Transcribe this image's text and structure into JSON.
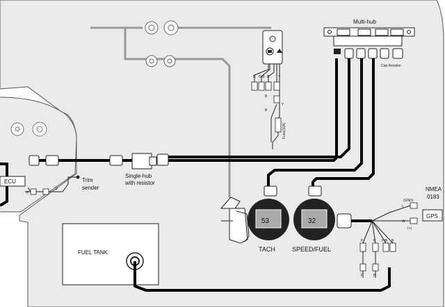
{
  "labels": {
    "multi_hub": "Multi-hub",
    "cap_resistor": "Cap Resistor",
    "ecu": "ECU",
    "trim_sender_line1": "Trim",
    "trim_sender_line2": "sender",
    "single_hub_line1": "Single-hub",
    "single_hub_line2": "with resistor",
    "fuel_tank": "FUEL TANK",
    "tach": "TACH",
    "speed_fuel": "SPEED/FUEL",
    "nmea_line1": "NMEA",
    "nmea_line2": "0183",
    "gps": "GPS",
    "gnd": "(GND)",
    "plus": "(+)",
    "fuse": "Fuse(10A)",
    "tach_reading": "53",
    "speed_reading": "32"
  },
  "pins": {
    "ecu_p1": "P",
    "ecu_p2": "P",
    "gps_l": "L",
    "gps_w": "W",
    "sw_left": [
      "R",
      "G/B",
      "B"
    ],
    "sw_right": [
      "Y",
      "B",
      "B",
      "Y"
    ],
    "gps_bottom": [
      "P",
      "B",
      "P/B",
      "B"
    ],
    "gps_bottom2": [
      "P",
      "B"
    ]
  },
  "colors": {
    "wire_main": "#000000",
    "wire_gray": "#999999",
    "panel_fill": "#ebebeb",
    "panel_stroke": "#555555"
  }
}
